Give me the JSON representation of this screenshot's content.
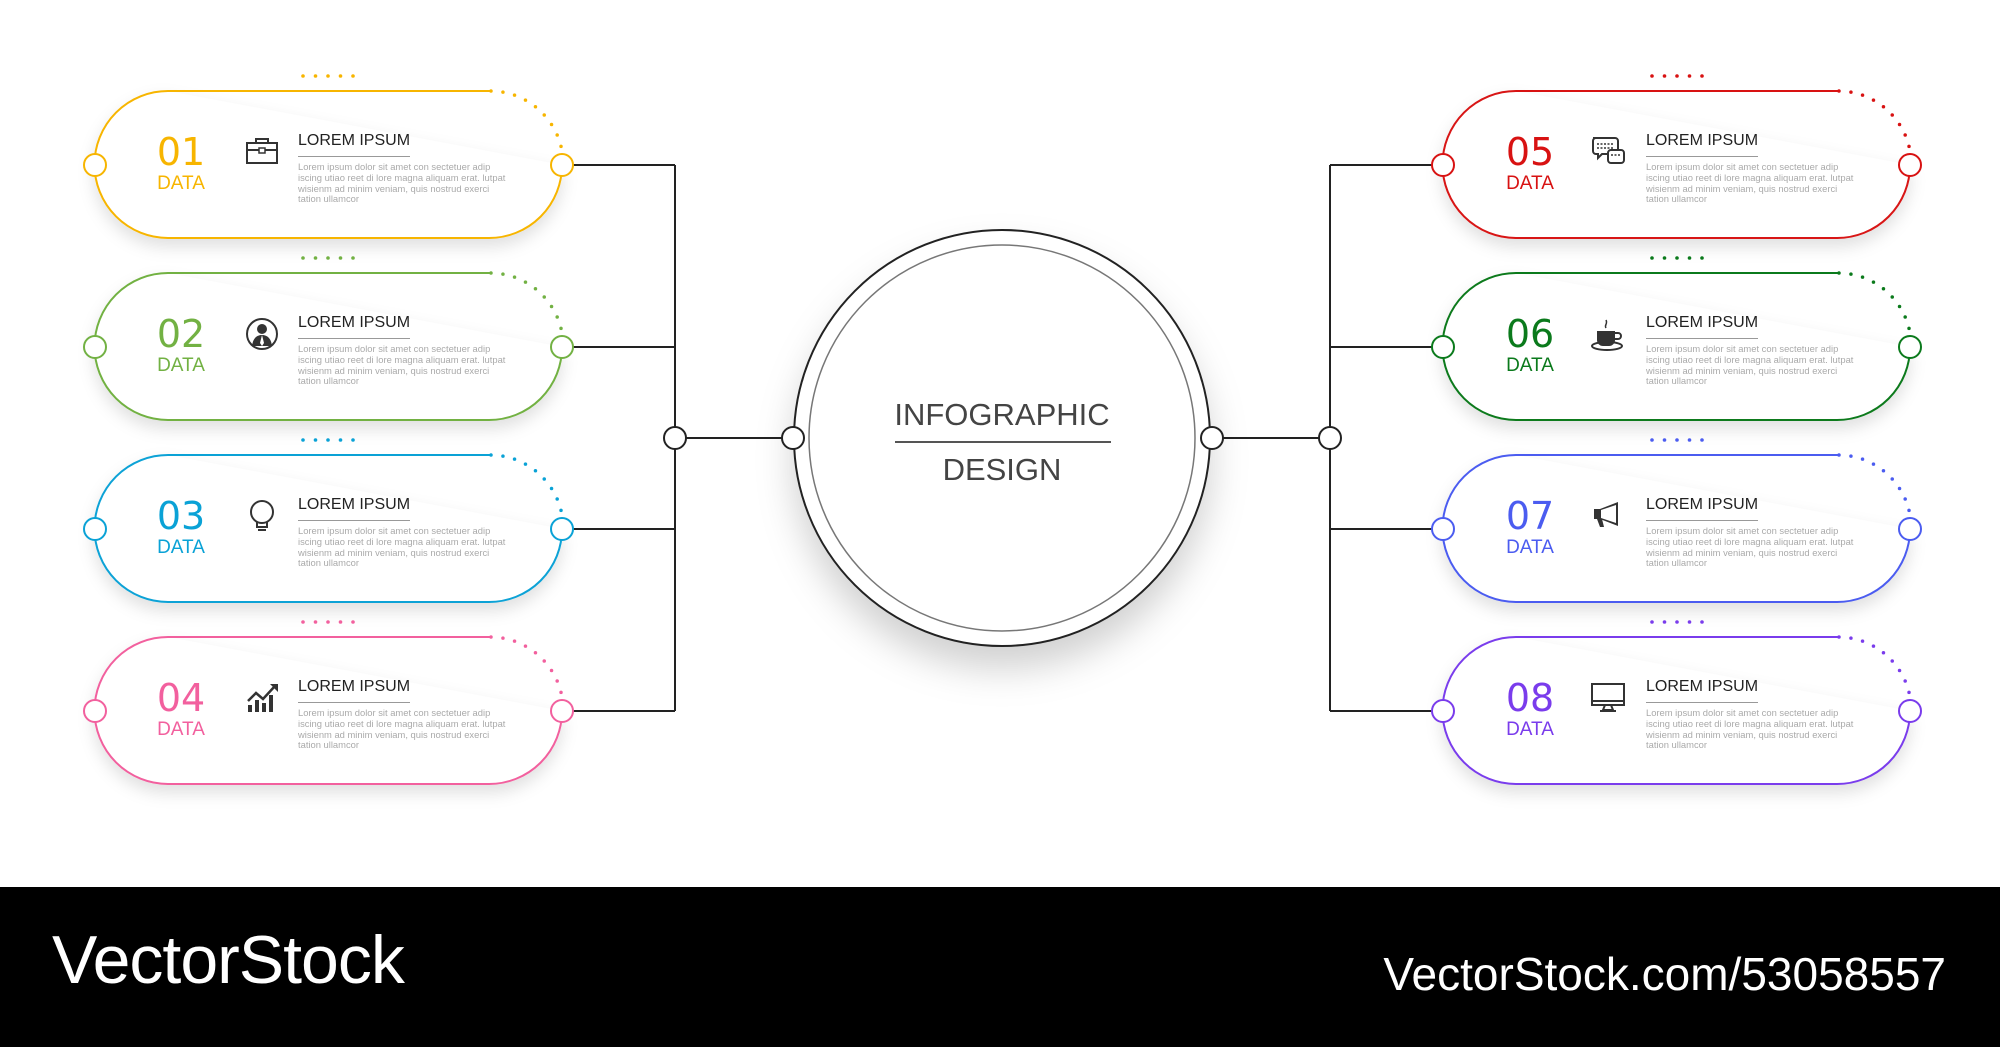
{
  "center": {
    "line1": "INFOGRAPHIC",
    "line2": "DESIGN"
  },
  "items": [
    {
      "number": "01",
      "label": "DATA",
      "title": "LOREM IPSUM",
      "body": "Lorem ipsum dolor sit amet con sectetuer adip iscing utiao reet di lore magna aliquam erat. lutpat  wisienm ad minim veniam, quis nostrud exerci tation ullamcor",
      "icon": "briefcase-icon",
      "color": "#f7b500",
      "side": "left"
    },
    {
      "number": "02",
      "label": "DATA",
      "title": "LOREM IPSUM",
      "body": "Lorem ipsum dolor sit amet con sectetuer adip iscing utiao reet di lore magna aliquam erat. lutpat  wisienm ad minim veniam, quis nostrud exerci tation ullamcor",
      "icon": "businessman-icon",
      "color": "#72b143",
      "side": "left"
    },
    {
      "number": "03",
      "label": "DATA",
      "title": "LOREM IPSUM",
      "body": "Lorem ipsum dolor sit amet con sectetuer adip iscing utiao reet di lore magna aliquam erat. lutpat  wisienm ad minim veniam, quis nostrud exerci tation ullamcor",
      "icon": "lightbulb-icon",
      "color": "#0aa2d6",
      "side": "left"
    },
    {
      "number": "04",
      "label": "DATA",
      "title": "LOREM IPSUM",
      "body": "Lorem ipsum dolor sit amet con sectetuer adip iscing utiao reet di lore magna aliquam erat. lutpat  wisienm ad minim veniam, quis nostrud exerci tation ullamcor",
      "icon": "growth-chart-icon",
      "color": "#f2609e",
      "side": "left"
    },
    {
      "number": "05",
      "label": "DATA",
      "title": "LOREM IPSUM",
      "body": "Lorem ipsum dolor sit amet con sectetuer adip iscing utiao reet di lore magna aliquam erat. lutpat  wisienm ad minim veniam, quis nostrud exerci tation ullamcor",
      "icon": "chat-bubbles-icon",
      "color": "#d81212",
      "side": "right"
    },
    {
      "number": "06",
      "label": "DATA",
      "title": "LOREM IPSUM",
      "body": "Lorem ipsum dolor sit amet con sectetuer adip iscing utiao reet di lore magna aliquam erat. lutpat  wisienm ad minim veniam, quis nostrud exerci tation ullamcor",
      "icon": "coffee-cup-icon",
      "color": "#0b7a1c",
      "side": "right"
    },
    {
      "number": "07",
      "label": "DATA",
      "title": "LOREM IPSUM",
      "body": "Lorem ipsum dolor sit amet con sectetuer adip iscing utiao reet di lore magna aliquam erat. lutpat  wisienm ad minim veniam, quis nostrud exerci tation ullamcor",
      "icon": "megaphone-icon",
      "color": "#4b5cf0",
      "side": "right"
    },
    {
      "number": "08",
      "label": "DATA",
      "title": "LOREM IPSUM",
      "body": "Lorem ipsum dolor sit amet con sectetuer adip iscing utiao reet di lore magna aliquam erat. lutpat  wisienm ad minim veniam, quis nostrud exerci tation ullamcor",
      "icon": "monitor-icon",
      "color": "#7a3cec",
      "side": "right"
    }
  ],
  "footer": {
    "brand": "VectorStock",
    "url": "VectorStock.com/53058557"
  }
}
